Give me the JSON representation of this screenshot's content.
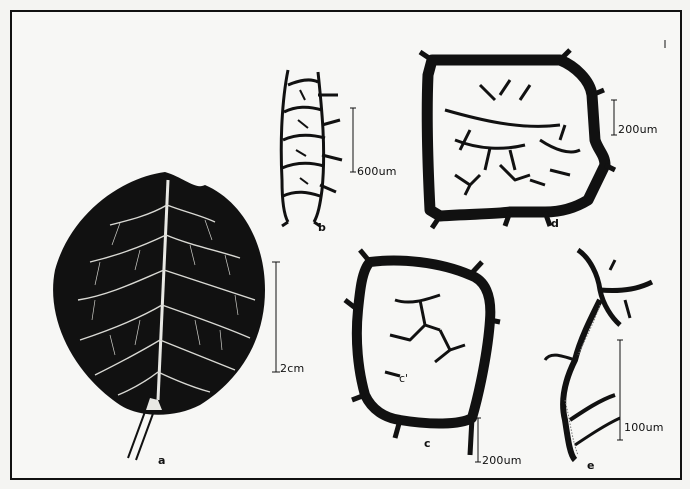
{
  "figure": {
    "panels": [
      {
        "id": "a",
        "label": "a",
        "scale": "2cm"
      },
      {
        "id": "b",
        "label": "b",
        "scale": "600um"
      },
      {
        "id": "c",
        "label": "c",
        "scale": "200um",
        "sub_label": "c'"
      },
      {
        "id": "d",
        "label": "d",
        "scale": "200um"
      },
      {
        "id": "e",
        "label": "e",
        "scale": "100um"
      }
    ]
  },
  "colors": {
    "ink": "#111111",
    "paper": "#f7f7f5"
  }
}
